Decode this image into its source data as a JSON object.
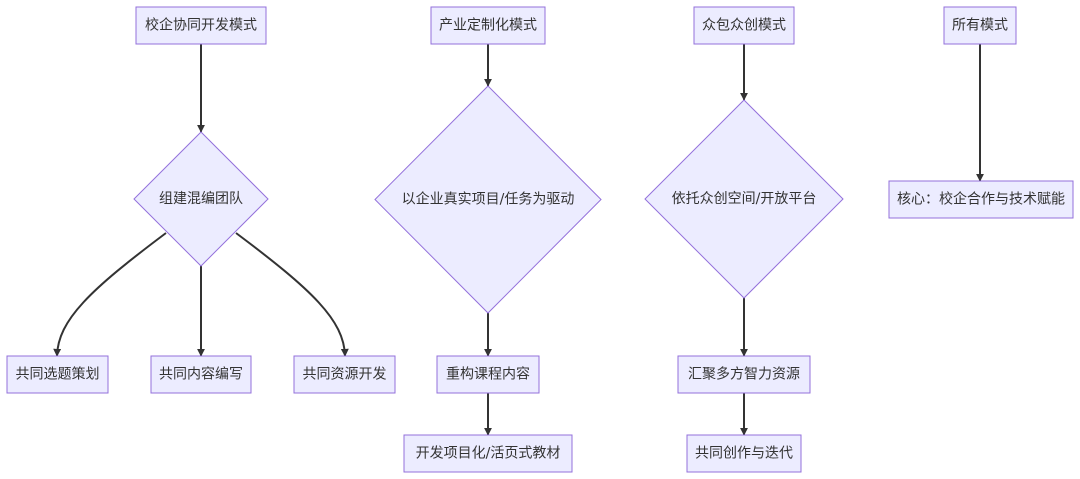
{
  "diagram": {
    "nodes": {
      "mode_school_enterprise": "校企协同开发模式",
      "mixed_team": "组建混编团队",
      "topic_planning": "共同选题策划",
      "content_writing": "共同内容编写",
      "resource_dev": "共同资源开发",
      "mode_industry_custom": "产业定制化模式",
      "project_driven": "以企业真实项目/任务为驱动",
      "restructure_course": "重构课程内容",
      "project_textbook": "开发项目化/活页式教材",
      "mode_crowd": "众包众创模式",
      "crowd_platform": "依托众创空间/开放平台",
      "gather_intelligence": "汇聚多方智力资源",
      "co_create_iterate": "共同创作与迭代",
      "mode_all": "所有模式",
      "core_empower": "核心：校企合作与技术赋能"
    }
  }
}
